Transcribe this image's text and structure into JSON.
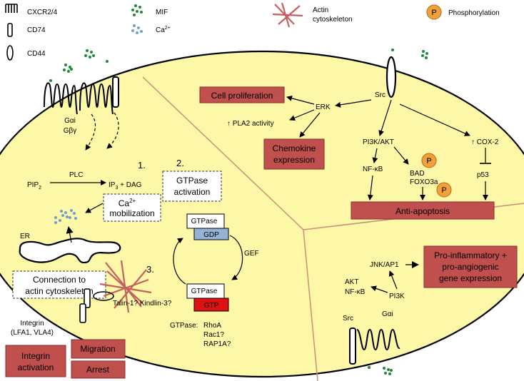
{
  "legend": {
    "cxcr": "CXCR2/4",
    "cd74": "CD74",
    "cd44": "CD44",
    "mif": "MIF",
    "ca": "Ca",
    "ca_sup": "2+",
    "actin_line1": "Actin",
    "actin_line2": "cytoskeleton",
    "phos_symbol": "P",
    "phos_label": "Phosphorylation"
  },
  "left": {
    "gai": "Gαi",
    "gby": "Gβγ",
    "step1": "1.",
    "step2": "2.",
    "step3": "3.",
    "pip2_main": "PIP",
    "pip2_sub": "2",
    "plc": "PLC",
    "ip3_main": "IP",
    "ip3_sub": "3",
    "ip3_rest": " + DAG",
    "ca_mob_main": "Ca",
    "ca_mob_sup": "2+",
    "ca_mob_line2": "mobilization",
    "er": "ER",
    "gtpase_act_line1": "GTPase",
    "gtpase_act_line2": "activation",
    "gtpase_top": "GTPase",
    "gdp": "GDP",
    "gef": "GEF",
    "gtpase_bottom": "GTPase",
    "gtp": "GTP",
    "gtpase_list_label": "GTPase:",
    "rhoa": "RhoA",
    "rac1": "Rac1?",
    "rap1a": "RAP1A?",
    "connection_line1": "Connection to",
    "connection_line2": "actin cytoskeleton",
    "talin": "Talin-1? Kindlin-3?",
    "integrin_line1": "Integrin",
    "integrin_line2": "(LFA1, VLA4)",
    "integrin_act_line1": "Integrin",
    "integrin_act_line2": "activation",
    "migration": "Migration",
    "arrest": "Arrest"
  },
  "right_top": {
    "src": "Src",
    "erk": "ERK",
    "cell_prolif": "Cell proliferation",
    "pla2": "↑ PLA2 activity",
    "chemokine_line1": "Chemokine",
    "chemokine_line2": "expression",
    "pi3k_akt": "PI3K/AKT",
    "nfkb": "NF-κB",
    "bad": "BAD",
    "foxo3a": "FOXO3a",
    "cox2": "↑ COX-2",
    "p53": "p53",
    "anti_apoptosis": "Anti-apoptosis",
    "p_symbol": "P"
  },
  "right_bottom": {
    "jnk": "JNK/AP1",
    "pro_line1": "Pro-inflammatory +",
    "pro_line2": "pro-angiogenic",
    "pro_line3": "gene expression",
    "akt": "AKT",
    "nfkb": "NF-κB",
    "pi3k": "PI3K",
    "src": "Src",
    "gai": "Gαi"
  },
  "colors": {
    "cell_fill": "#fdf7a8",
    "red_box": "#c0504d",
    "mif_green": "#1f8a3a",
    "ca_blue": "#6f9fcf",
    "phos_orange": "#f2a03d",
    "gdp_blue": "#95b3d7",
    "gtp_red": "#e01010",
    "divider": "#c8907a"
  }
}
